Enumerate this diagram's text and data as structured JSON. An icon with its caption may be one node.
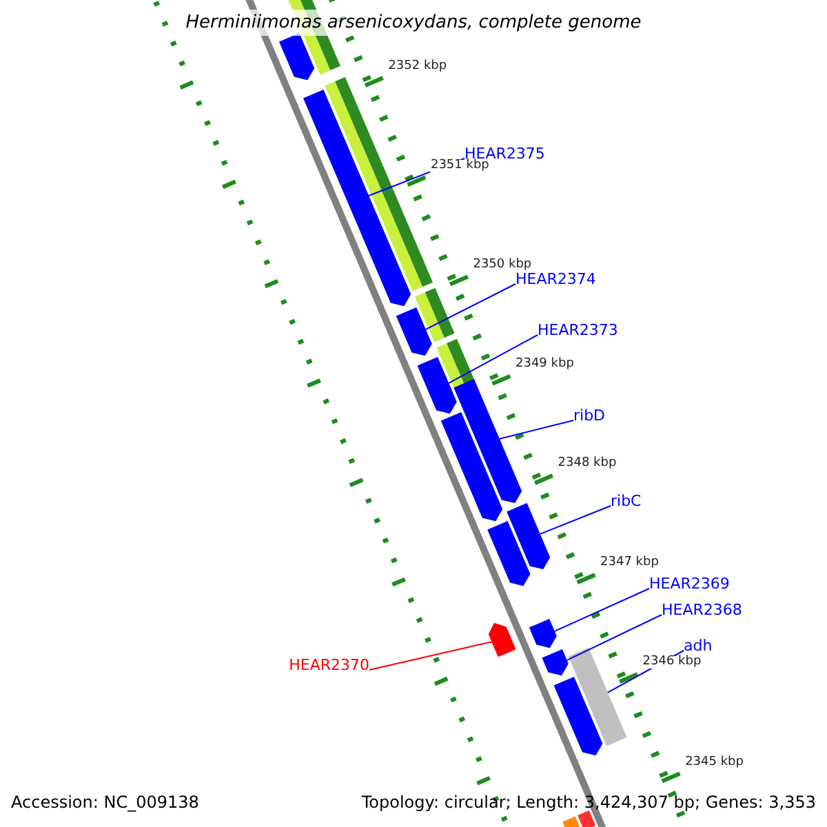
{
  "diagram": {
    "title": "Herminiimonas arsenicoxydans, complete genome",
    "nodes": [
      {
        "text": [
          "HEAR2375"
        ]
      },
      {
        "text": [
          "HEAR2374"
        ]
      },
      {
        "text": [
          "HEAR2373"
        ]
      },
      {
        "text": [
          "ribD"
        ]
      },
      {
        "text": [
          "ribC"
        ]
      },
      {
        "text": [
          "HEAR2369"
        ]
      },
      {
        "text": [
          "HEAR2368"
        ]
      },
      {
        "text": [
          "adh"
        ]
      },
      {
        "text": [
          "HEAR2370"
        ]
      },
      {
        "text": [],
        "shape": "arrow"
      },
      {
        "text": [],
        "shape": "arrow"
      },
      {
        "text": [],
        "shape": "arrow"
      },
      {
        "text": [],
        "shape": "arrow"
      },
      {
        "text": [],
        "shape": "arrow"
      },
      {
        "text": [],
        "shape": "arrow"
      },
      {
        "text": [],
        "shape": "arrow"
      },
      {
        "text": [],
        "shape": "bar"
      },
      {
        "text": [],
        "shape": "arrow"
      },
      {
        "text": [],
        "shape": "arrow"
      },
      {
        "text": [],
        "shape": "arrow"
      },
      {
        "text": [],
        "shape": "arrow"
      },
      {
        "text": [],
        "shape": "arrow"
      },
      {
        "text": [],
        "shape": "bar"
      },
      {
        "text": [],
        "shape": "bar"
      }
    ],
    "edges": [
      {
        "from": 0,
        "to": 9,
        "arrow": "none"
      },
      {
        "from": 1,
        "to": 10,
        "arrow": "none"
      },
      {
        "from": 2,
        "to": 11,
        "arrow": "none"
      },
      {
        "from": 3,
        "to": 12,
        "arrow": "none"
      },
      {
        "from": 4,
        "to": 13,
        "arrow": "none"
      },
      {
        "from": 5,
        "to": 14,
        "arrow": "none"
      },
      {
        "from": 6,
        "to": 15,
        "arrow": "none"
      },
      {
        "from": 7,
        "to": 16,
        "arrow": "none"
      },
      {
        "from": 8,
        "to": 17,
        "arrow": "none",
        "color": "#ff0000"
      }
    ],
    "labels": [
      "2352 kbp",
      "2351 kbp",
      "2350 kbp",
      "2349 kbp",
      "2348 kbp",
      "2347 kbp",
      "2346 kbp",
      "2345 kbp",
      "Accession: NC_009138",
      "Topology: circular; Length: 3,424,307 bp; Genes: 3,353"
    ]
  }
}
